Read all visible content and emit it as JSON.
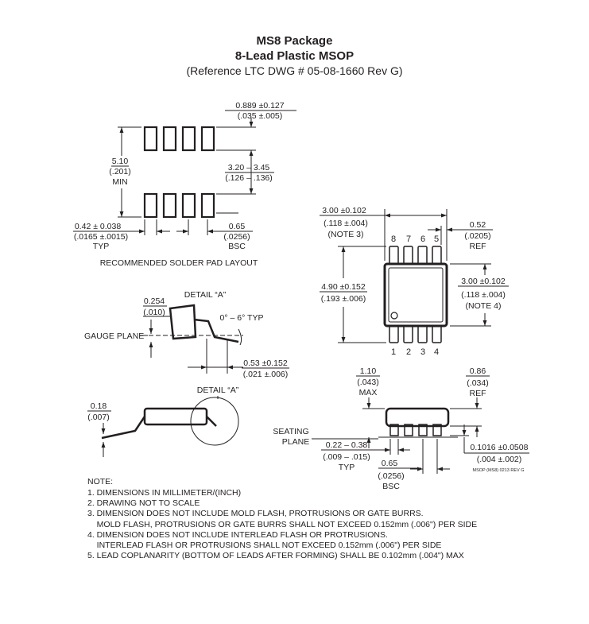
{
  "header": {
    "title_line1": "MS8 Package",
    "title_line2": "8-Lead Plastic MSOP",
    "reference": "(Reference LTC DWG # 05-08-1660 Rev G)"
  },
  "pad_layout": {
    "pad_width_top": "0.889 ±0.127",
    "pad_width_top_in": "(.035 ±.005)",
    "span_mm": "3.20 – 3.45",
    "span_in": "(.126 – .136)",
    "min_mm": "5.10",
    "min_in": "(.201)",
    "min_label": "MIN",
    "lead_width_mm": "0.42 ± 0.038",
    "lead_width_in": "(.0165 ±.0015)",
    "lead_width_label": "TYP",
    "pitch_mm": "0.65",
    "pitch_in": "(.0256)",
    "pitch_label": "BSC",
    "caption": "RECOMMENDED SOLDER PAD LAYOUT"
  },
  "top_view": {
    "width_mm": "3.00 ±0.102",
    "width_in": "(.118 ±.004)",
    "width_note": "(NOTE 3)",
    "ref_mm": "0.52",
    "ref_in": "(.0205)",
    "ref_label": "REF",
    "height_mm": "4.90 ±0.152",
    "height_in": "(.193 ±.006)",
    "body_mm": "3.00 ±0.102",
    "body_in": "(.118 ±.004)",
    "body_note": "(NOTE 4)",
    "pins_top": [
      "8",
      "7",
      "6",
      "5"
    ],
    "pins_bottom": [
      "1",
      "2",
      "3",
      "4"
    ]
  },
  "detail": {
    "lead_mm": "0.254",
    "lead_in": "(.010)",
    "detail_label": "DETAIL “A”",
    "angle": "0° – 6° TYP",
    "gauge_plane": "GAUGE PLANE",
    "foot_mm": "0.53 ±0.152",
    "foot_in": "(.021 ±.006)",
    "thick_mm": "0.18",
    "thick_in": "(.007)",
    "detail_label_2": "DETAIL “A”"
  },
  "side_view": {
    "height_mm": "1.10",
    "height_in": "(.043)",
    "height_label": "MAX",
    "ref_mm": "0.86",
    "ref_in": "(.034)",
    "ref_label": "REF",
    "seating_1": "SEATING",
    "seating_2": "PLANE",
    "lead_mm": "0.22 – 0.38",
    "lead_in": "(.009 – .015)",
    "lead_label": "TYP",
    "standoff_mm": "0.1016 ±0.0508",
    "standoff_in": "(.004 ±.002)",
    "pitch_mm": "0.65",
    "pitch_in": "(.0256)",
    "pitch_label": "BSC",
    "drawing_code": "MSOP (MS8) 0213 REV G"
  },
  "notes": {
    "heading": "NOTE:",
    "items": [
      "1. DIMENSIONS IN MILLIMETER/(INCH)",
      "2. DRAWING NOT TO SCALE",
      "3. DIMENSION DOES NOT INCLUDE MOLD FLASH, PROTRUSIONS OR GATE BURRS.",
      "    MOLD FLASH, PROTRUSIONS OR GATE BURRS SHALL NOT EXCEED 0.152mm (.006\") PER SIDE",
      "4. DIMENSION DOES NOT INCLUDE INTERLEAD FLASH OR PROTRUSIONS.",
      "    INTERLEAD FLASH OR PROTRUSIONS SHALL NOT EXCEED 0.152mm (.006\") PER SIDE",
      "5. LEAD COPLANARITY (BOTTOM OF LEADS AFTER FORMING) SHALL BE 0.102mm (.004\") MAX"
    ]
  }
}
